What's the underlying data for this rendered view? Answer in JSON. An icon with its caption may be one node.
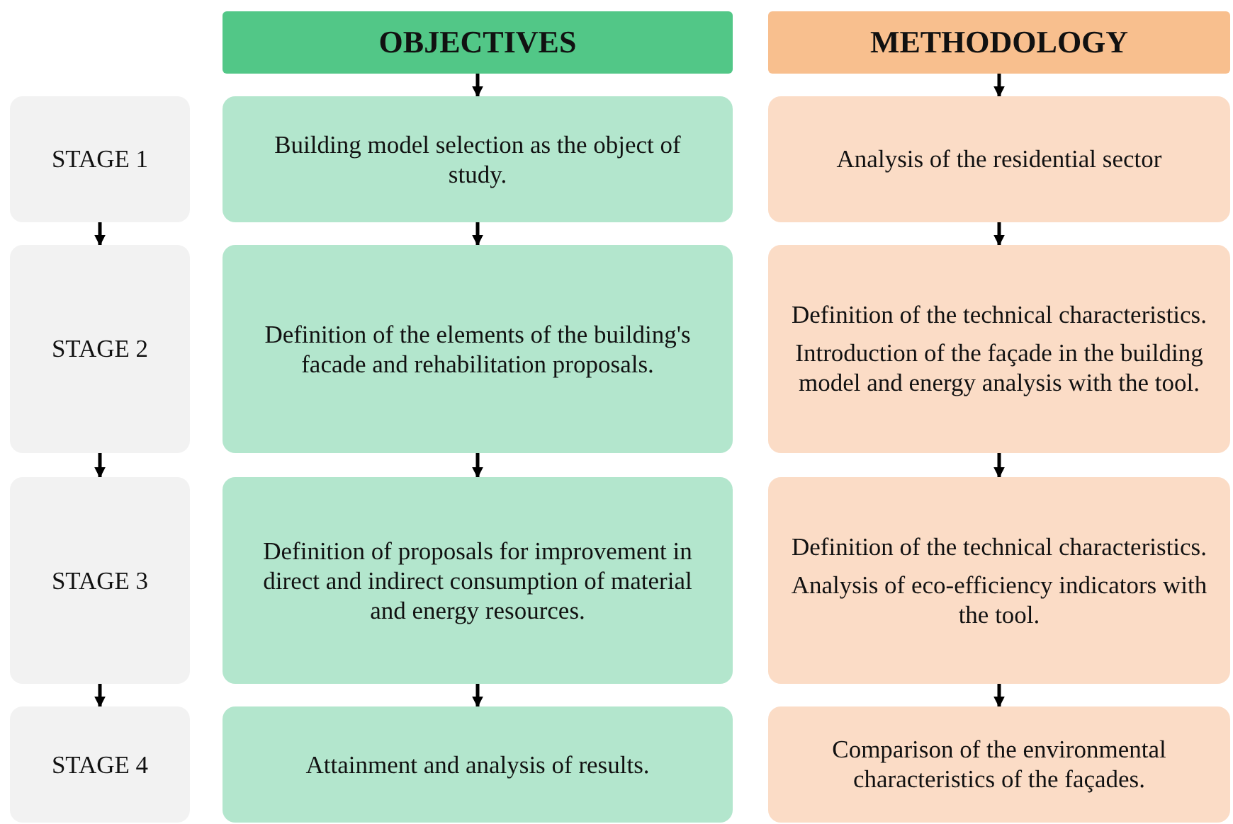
{
  "diagram": {
    "nodes": [
      {
        "text": [
          "OBJECTIVES"
        ]
      },
      {
        "text": [
          "METHODOLOGY"
        ]
      },
      {
        "text": [
          "STAGE 1"
        ]
      },
      {
        "text": [
          "Building model selection as the object of study."
        ]
      },
      {
        "text": [
          "Analysis of the residential sector"
        ]
      },
      {
        "text": [
          "STAGE 2"
        ]
      },
      {
        "text": [
          "Definition of the elements of the building's facade and rehabilitation proposals."
        ]
      },
      {
        "text": [
          "Definition of the technical characteristics.",
          "Introduction of the façade in the building model and energy analysis with the tool."
        ]
      },
      {
        "text": [
          "STAGE 3"
        ]
      },
      {
        "text": [
          "Definition of proposals for improvement in direct and indirect consumption of material and energy resources."
        ]
      },
      {
        "text": [
          "Definition of the technical characteristics.",
          "Analysis of eco-efficiency indicators with the tool."
        ]
      },
      {
        "text": [
          "STAGE 4"
        ]
      },
      {
        "text": [
          "Attainment and analysis of results."
        ]
      },
      {
        "text": [
          "Comparison of the environmental characteristics of the façades."
        ]
      }
    ],
    "edges": [
      {
        "from": 0,
        "to": 3,
        "arrow": "to"
      },
      {
        "from": 1,
        "to": 4,
        "arrow": "to"
      },
      {
        "from": 2,
        "to": 5,
        "arrow": "to"
      },
      {
        "from": 3,
        "to": 6,
        "arrow": "to"
      },
      {
        "from": 4,
        "to": 7,
        "arrow": "to"
      },
      {
        "from": 5,
        "to": 8,
        "arrow": "to"
      },
      {
        "from": 6,
        "to": 9,
        "arrow": "to"
      },
      {
        "from": 7,
        "to": 10,
        "arrow": "to"
      },
      {
        "from": 8,
        "to": 11,
        "arrow": "to"
      },
      {
        "from": 9,
        "to": 12,
        "arrow": "to"
      },
      {
        "from": 10,
        "to": 13,
        "arrow": "to"
      }
    ]
  }
}
